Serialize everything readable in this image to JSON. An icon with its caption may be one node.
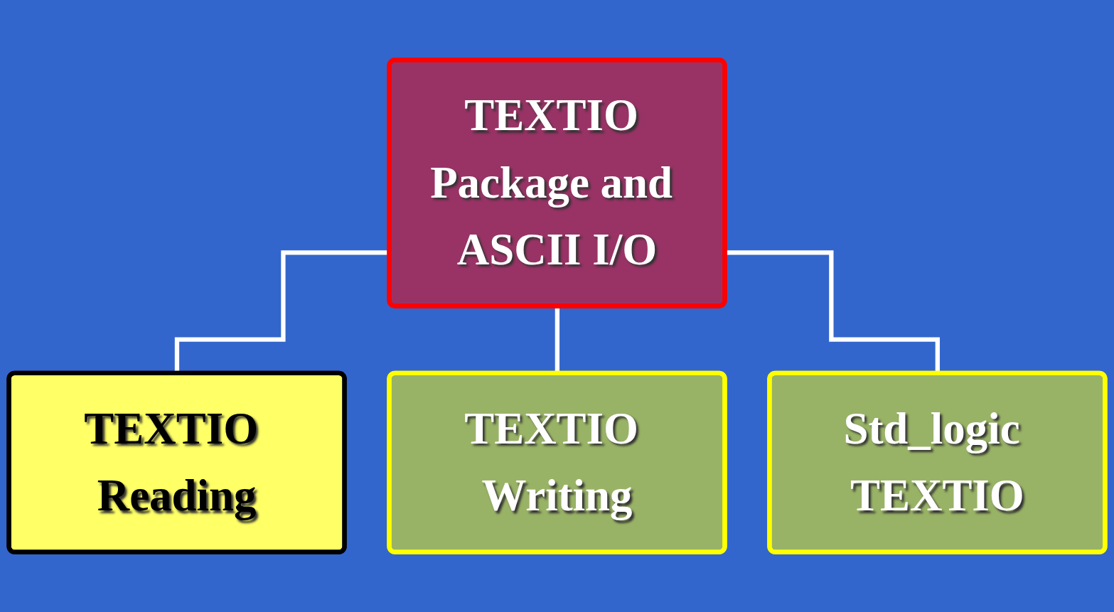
{
  "diagram": {
    "nodes": [
      {
        "text": [
          "TEXTIO Package and ASCII I/O"
        ]
      },
      {
        "text": [
          "TEXTIO Reading"
        ]
      },
      {
        "text": [
          "TEXTIO Writing"
        ]
      },
      {
        "text": [
          "Std_logic TEXTIO"
        ]
      }
    ],
    "edges": [
      {
        "from": 0,
        "to": 1,
        "arrow": "none"
      },
      {
        "from": 0,
        "to": 2,
        "arrow": "none"
      },
      {
        "from": 0,
        "to": 3,
        "arrow": "none"
      }
    ]
  }
}
